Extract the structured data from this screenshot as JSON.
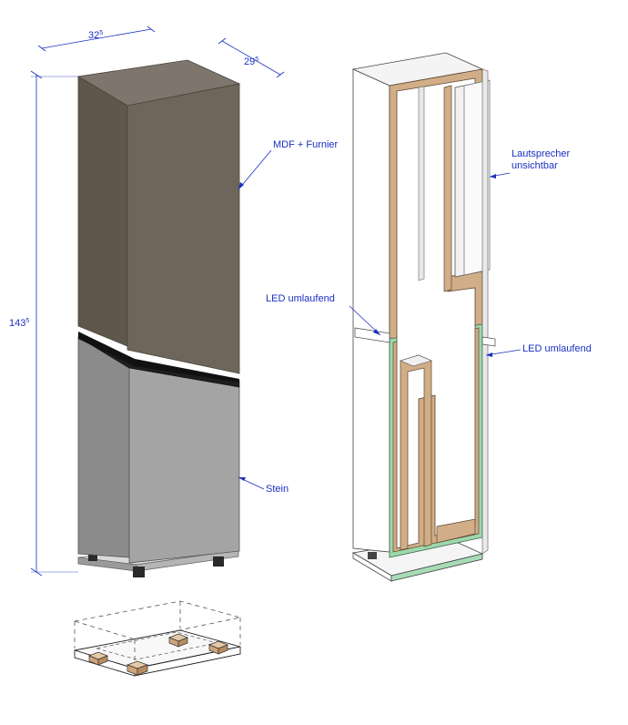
{
  "dimensions": {
    "width": {
      "value": "32",
      "superscript": "5"
    },
    "depth": {
      "value": "29",
      "superscript": "5"
    },
    "height": {
      "value": "143",
      "superscript": "5"
    }
  },
  "annotations": {
    "mdf": "MDF + Furnier",
    "stone": "Stein",
    "speaker_line1": "Lautsprecher",
    "speaker_line2": "unsichtbar",
    "led_left": "LED umlaufend",
    "led_right": "LED umlaufend"
  },
  "colors": {
    "annotation": "#1a2fc0",
    "mdf_top": "#7e766c",
    "mdf_left": "#5f564c",
    "mdf_right": "#6f665b",
    "stone_left": "#8d8d8d",
    "stone_right": "#a3a3a3",
    "wood": "#d1ae87",
    "led_green": "#9ed8ad"
  }
}
